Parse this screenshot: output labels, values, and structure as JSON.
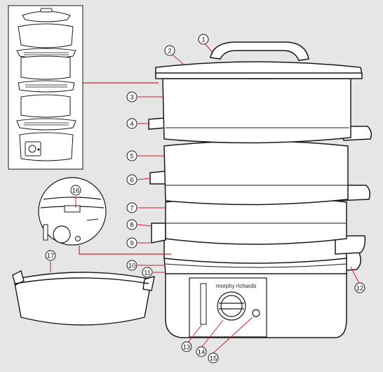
{
  "brand": "morphy richards",
  "callouts": [
    "1",
    "2",
    "3",
    "4",
    "5",
    "6",
    "7",
    "8",
    "9",
    "10",
    "11",
    "12",
    "13",
    "14",
    "15",
    "16",
    "17"
  ],
  "colors": {
    "background": "#e6e6e6",
    "outline": "#1a1a1a",
    "leader": "#d6202a",
    "fill": "#ffffff"
  }
}
